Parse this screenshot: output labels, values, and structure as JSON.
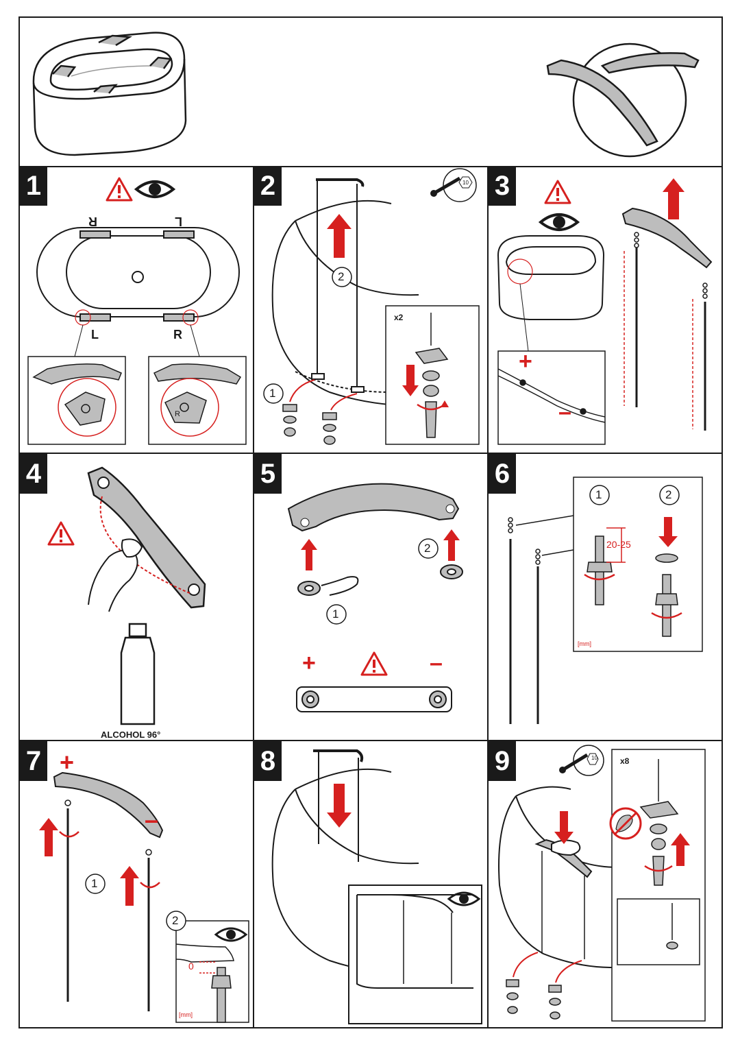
{
  "colors": {
    "accent": "#d6201f",
    "ink": "#1a1a1a",
    "metal": "#bdbdbd",
    "panel_bg": "#ffffff"
  },
  "icons": [
    "warning-icon",
    "eye-icon",
    "wrench-10-icon",
    "arrow-up-icon",
    "arrow-down-icon",
    "rotate-icon",
    "strong-arm-icon",
    "alcohol-bottle-icon"
  ],
  "steps": [
    {
      "number": "1",
      "labels": {
        "top_left": "R",
        "top_right": "L",
        "bottom_left": "L",
        "bottom_right": "R",
        "detail_right": "R"
      }
    },
    {
      "number": "2",
      "labels": {
        "callout_1": "1",
        "callout_2": "2",
        "count": "x2",
        "wrench_size": "10"
      }
    },
    {
      "number": "3",
      "labels": {
        "plus": "+",
        "minus": "–"
      }
    },
    {
      "number": "4",
      "labels": {
        "bottle": "ALCOHOL 96°"
      }
    },
    {
      "number": "5",
      "labels": {
        "callout_1": "1",
        "callout_2": "2",
        "plus": "+",
        "minus": "–"
      }
    },
    {
      "number": "6",
      "labels": {
        "callout_1": "1",
        "callout_2": "2",
        "dimension": "20-25",
        "unit": "[mm]"
      }
    },
    {
      "number": "7",
      "labels": {
        "callout_1": "1",
        "callout_2": "2",
        "plus": "+",
        "minus": "–",
        "dimension": "0",
        "unit": "[mm]"
      }
    },
    {
      "number": "8",
      "labels": {}
    },
    {
      "number": "9",
      "labels": {
        "count": "x8",
        "wrench_size": "10"
      }
    }
  ]
}
